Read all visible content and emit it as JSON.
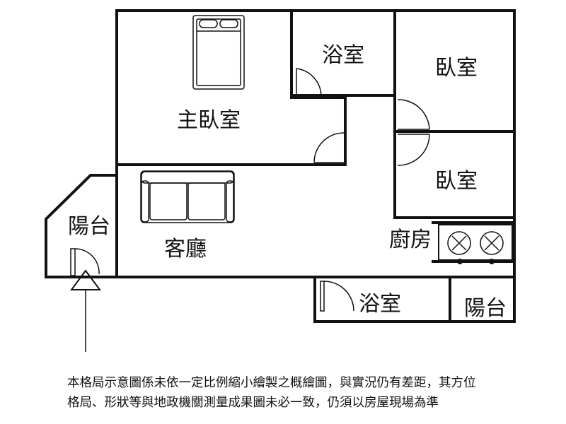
{
  "rooms": {
    "master_bedroom": "主臥室",
    "bathroom_top": "浴室",
    "bedroom_1": "臥室",
    "bedroom_2": "臥室",
    "balcony_left": "陽台",
    "living_room": "客廳",
    "kitchen": "廚房",
    "bathroom_bottom": "浴室",
    "balcony_right": "陽台"
  },
  "disclaimer": {
    "line1": "本格局示意圖係未依一定比例縮小繪製之概繪圖，與實況仍有差距，其方位",
    "line2": "格局、形狀等與地政機關測量成果圖未必一致，仍須以房屋現場為準"
  },
  "icons": [
    "bed-icon",
    "sofa-icon",
    "stove-icon",
    "entrance-arrow-icon",
    "door-swing-icon"
  ]
}
